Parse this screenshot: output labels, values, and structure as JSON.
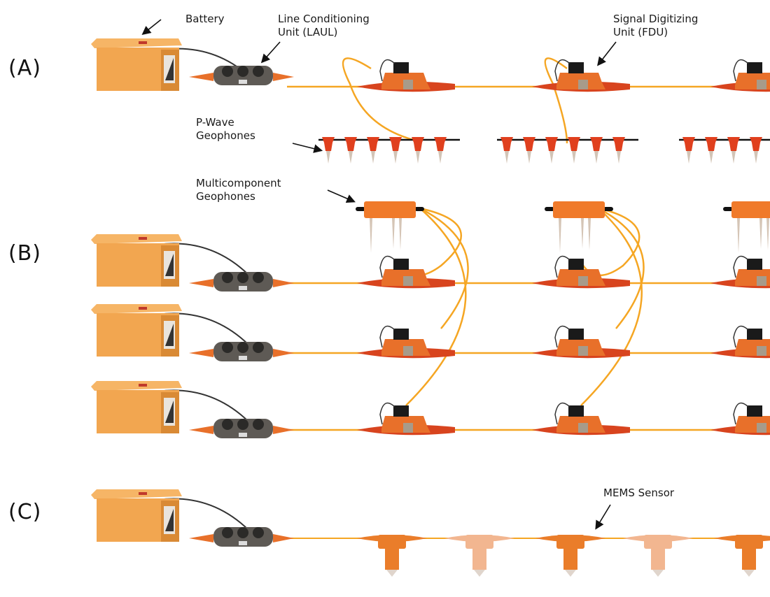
{
  "sections": [
    {
      "id": "A",
      "label": "(A)"
    },
    {
      "id": "B",
      "label": "(B)"
    },
    {
      "id": "C",
      "label": "(C)"
    }
  ],
  "callouts": {
    "battery": "Battery",
    "laul_line1": "Line Conditioning",
    "laul_line2": "Unit (LAUL)",
    "fdu_line1": "Signal Digitizing",
    "fdu_line2": "Unit (FDU)",
    "pwave_line1": "P-Wave",
    "pwave_line2": "Geophones",
    "multi_line1": "Multicomponent",
    "multi_line2": "Geophones",
    "mems": "MEMS Sensor"
  },
  "colors": {
    "battery": "#f2a650",
    "battery_dark": "#d98a35",
    "cable": "#f5a623",
    "fdu_red": "#d8441e",
    "fdu_orange": "#e8702a",
    "laul_grey": "#5e5a55",
    "geophone_red": "#e0401e",
    "mems_orange": "#ea7d2a",
    "mems_faded": "#f2b690"
  }
}
